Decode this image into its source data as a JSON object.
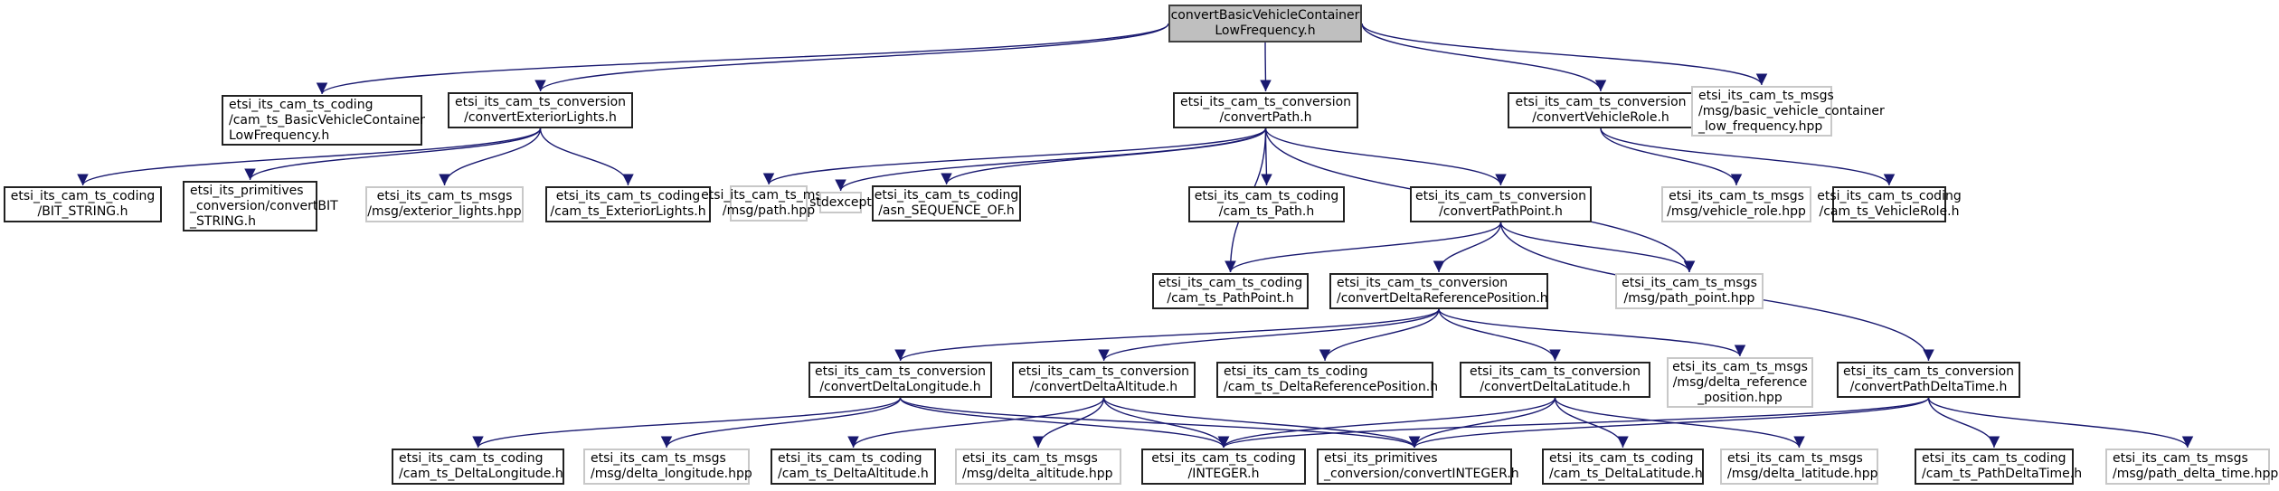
{
  "diagram": {
    "type": "include-dependency-graph",
    "edge_color": "#191970",
    "nodes": [
      {
        "id": "root",
        "lines": [
          "convertBasicVehicleContainer",
          "LowFrequency.h"
        ],
        "kind": "root"
      },
      {
        "id": "coding_bvclf",
        "lines": [
          "etsi_its_cam_ts_coding",
          "/cam_ts_BasicVehicleContainer",
          "LowFrequency.h"
        ],
        "kind": "internal",
        "align": "left"
      },
      {
        "id": "conv_extlights",
        "lines": [
          "etsi_its_cam_ts_conversion",
          "/convertExteriorLights.h"
        ],
        "kind": "internal"
      },
      {
        "id": "conv_path",
        "lines": [
          "etsi_its_cam_ts_conversion",
          "/convertPath.h"
        ],
        "kind": "internal"
      },
      {
        "id": "conv_vehrole",
        "lines": [
          "etsi_its_cam_ts_conversion",
          "/convertVehicleRole.h"
        ],
        "kind": "internal"
      },
      {
        "id": "msgs_bvclf",
        "lines": [
          "etsi_its_cam_ts_msgs",
          "/msg/basic_vehicle_container",
          "_low_frequency.hpp"
        ],
        "kind": "external",
        "align": "left"
      },
      {
        "id": "coding_bitstring",
        "lines": [
          "etsi_its_cam_ts_coding",
          "/BIT_STRING.h"
        ],
        "kind": "internal"
      },
      {
        "id": "prim_convbit",
        "lines": [
          "etsi_its_primitives",
          "_conversion/convertBIT",
          "_STRING.h"
        ],
        "kind": "internal",
        "align": "left"
      },
      {
        "id": "msgs_extlights",
        "lines": [
          "etsi_its_cam_ts_msgs",
          "/msg/exterior_lights.hpp"
        ],
        "kind": "external"
      },
      {
        "id": "coding_extlights",
        "lines": [
          "etsi_its_cam_ts_coding",
          "/cam_ts_ExteriorLights.h"
        ],
        "kind": "internal"
      },
      {
        "id": "msgs_path",
        "lines": [
          "etsi_its_cam_ts_msgs",
          "/msg/path.hpp"
        ],
        "kind": "external"
      },
      {
        "id": "stdexcept",
        "lines": [
          "stdexcept"
        ],
        "kind": "external"
      },
      {
        "id": "coding_seqof",
        "lines": [
          "etsi_its_cam_ts_coding",
          "/asn_SEQUENCE_OF.h"
        ],
        "kind": "internal"
      },
      {
        "id": "coding_path",
        "lines": [
          "etsi_its_cam_ts_coding",
          "/cam_ts_Path.h"
        ],
        "kind": "internal"
      },
      {
        "id": "conv_pathpoint",
        "lines": [
          "etsi_its_cam_ts_conversion",
          "/convertPathPoint.h"
        ],
        "kind": "internal"
      },
      {
        "id": "msgs_vehrole",
        "lines": [
          "etsi_its_cam_ts_msgs",
          "/msg/vehicle_role.hpp"
        ],
        "kind": "external"
      },
      {
        "id": "coding_vehrole",
        "lines": [
          "etsi_its_cam_ts_coding",
          "/cam_ts_VehicleRole.h"
        ],
        "kind": "internal"
      },
      {
        "id": "coding_pathpoint",
        "lines": [
          "etsi_its_cam_ts_coding",
          "/cam_ts_PathPoint.h"
        ],
        "kind": "internal"
      },
      {
        "id": "conv_deltarefpos",
        "lines": [
          "etsi_its_cam_ts_conversion",
          "/convertDeltaReferencePosition.h"
        ],
        "kind": "internal",
        "align": "left"
      },
      {
        "id": "msgs_pathpoint",
        "lines": [
          "etsi_its_cam_ts_msgs",
          "/msg/path_point.hpp"
        ],
        "kind": "external"
      },
      {
        "id": "conv_deltalon",
        "lines": [
          "etsi_its_cam_ts_conversion",
          "/convertDeltaLongitude.h"
        ],
        "kind": "internal"
      },
      {
        "id": "conv_deltaalt",
        "lines": [
          "etsi_its_cam_ts_conversion",
          "/convertDeltaAltitude.h"
        ],
        "kind": "internal"
      },
      {
        "id": "coding_deltarefpos",
        "lines": [
          "etsi_its_cam_ts_coding",
          "/cam_ts_DeltaReferencePosition.h"
        ],
        "kind": "internal",
        "align": "left"
      },
      {
        "id": "conv_deltalat",
        "lines": [
          "etsi_its_cam_ts_conversion",
          "/convertDeltaLatitude.h"
        ],
        "kind": "internal"
      },
      {
        "id": "msgs_deltarefpos",
        "lines": [
          "etsi_its_cam_ts_msgs",
          "/msg/delta_reference",
          "_position.hpp"
        ],
        "kind": "external"
      },
      {
        "id": "conv_pathdeltatime",
        "lines": [
          "etsi_its_cam_ts_conversion",
          "/convertPathDeltaTime.h"
        ],
        "kind": "internal"
      },
      {
        "id": "coding_deltalon",
        "lines": [
          "etsi_its_cam_ts_coding",
          "/cam_ts_DeltaLongitude.h"
        ],
        "kind": "internal",
        "align": "left"
      },
      {
        "id": "msgs_deltalon",
        "lines": [
          "etsi_its_cam_ts_msgs",
          "/msg/delta_longitude.hpp"
        ],
        "kind": "external",
        "align": "left"
      },
      {
        "id": "coding_deltaalt",
        "lines": [
          "etsi_its_cam_ts_coding",
          "/cam_ts_DeltaAltitude.h"
        ],
        "kind": "internal",
        "align": "left"
      },
      {
        "id": "msgs_deltaalt",
        "lines": [
          "etsi_its_cam_ts_msgs",
          "/msg/delta_altitude.hpp"
        ],
        "kind": "external",
        "align": "left"
      },
      {
        "id": "coding_integer",
        "lines": [
          "etsi_its_cam_ts_coding",
          "/INTEGER.h"
        ],
        "kind": "internal"
      },
      {
        "id": "prim_convint",
        "lines": [
          "etsi_its_primitives",
          "_conversion/convertINTEGER.h"
        ],
        "kind": "internal",
        "align": "left"
      },
      {
        "id": "coding_deltalat",
        "lines": [
          "etsi_its_cam_ts_coding",
          "/cam_ts_DeltaLatitude.h"
        ],
        "kind": "internal",
        "align": "left"
      },
      {
        "id": "msgs_deltalat",
        "lines": [
          "etsi_its_cam_ts_msgs",
          "/msg/delta_latitude.hpp"
        ],
        "kind": "external",
        "align": "left"
      },
      {
        "id": "coding_pathdeltatime",
        "lines": [
          "etsi_its_cam_ts_coding",
          "/cam_ts_PathDeltaTime.h"
        ],
        "kind": "internal",
        "align": "left"
      },
      {
        "id": "msgs_pathdeltatime",
        "lines": [
          "etsi_its_cam_ts_msgs",
          "/msg/path_delta_time.hpp"
        ],
        "kind": "external",
        "align": "left"
      }
    ],
    "edges": [
      [
        "root",
        "coding_bvclf"
      ],
      [
        "root",
        "conv_extlights"
      ],
      [
        "root",
        "conv_path"
      ],
      [
        "root",
        "conv_vehrole"
      ],
      [
        "root",
        "msgs_bvclf"
      ],
      [
        "conv_extlights",
        "coding_bitstring"
      ],
      [
        "conv_extlights",
        "prim_convbit"
      ],
      [
        "conv_extlights",
        "msgs_extlights"
      ],
      [
        "conv_extlights",
        "coding_extlights"
      ],
      [
        "conv_path",
        "msgs_path"
      ],
      [
        "conv_path",
        "stdexcept"
      ],
      [
        "conv_path",
        "coding_seqof"
      ],
      [
        "conv_path",
        "coding_path"
      ],
      [
        "conv_path",
        "conv_pathpoint"
      ],
      [
        "conv_path",
        "coding_pathpoint"
      ],
      [
        "conv_path",
        "msgs_pathpoint"
      ],
      [
        "conv_vehrole",
        "msgs_vehrole"
      ],
      [
        "conv_vehrole",
        "coding_vehrole"
      ],
      [
        "conv_pathpoint",
        "coding_pathpoint"
      ],
      [
        "conv_pathpoint",
        "conv_deltarefpos"
      ],
      [
        "conv_pathpoint",
        "msgs_pathpoint"
      ],
      [
        "conv_pathpoint",
        "conv_pathdeltatime"
      ],
      [
        "conv_deltarefpos",
        "conv_deltalon"
      ],
      [
        "conv_deltarefpos",
        "conv_deltaalt"
      ],
      [
        "conv_deltarefpos",
        "coding_deltarefpos"
      ],
      [
        "conv_deltarefpos",
        "conv_deltalat"
      ],
      [
        "conv_deltarefpos",
        "msgs_deltarefpos"
      ],
      [
        "conv_deltalon",
        "coding_deltalon"
      ],
      [
        "conv_deltalon",
        "msgs_deltalon"
      ],
      [
        "conv_deltalon",
        "coding_integer"
      ],
      [
        "conv_deltalon",
        "prim_convint"
      ],
      [
        "conv_deltaalt",
        "coding_deltaalt"
      ],
      [
        "conv_deltaalt",
        "msgs_deltaalt"
      ],
      [
        "conv_deltaalt",
        "coding_integer"
      ],
      [
        "conv_deltaalt",
        "prim_convint"
      ],
      [
        "conv_deltalat",
        "coding_integer"
      ],
      [
        "conv_deltalat",
        "prim_convint"
      ],
      [
        "conv_deltalat",
        "coding_deltalat"
      ],
      [
        "conv_deltalat",
        "msgs_deltalat"
      ],
      [
        "conv_pathdeltatime",
        "coding_integer"
      ],
      [
        "conv_pathdeltatime",
        "prim_convint"
      ],
      [
        "conv_pathdeltatime",
        "coding_pathdeltatime"
      ],
      [
        "conv_pathdeltatime",
        "msgs_pathdeltatime"
      ]
    ]
  }
}
